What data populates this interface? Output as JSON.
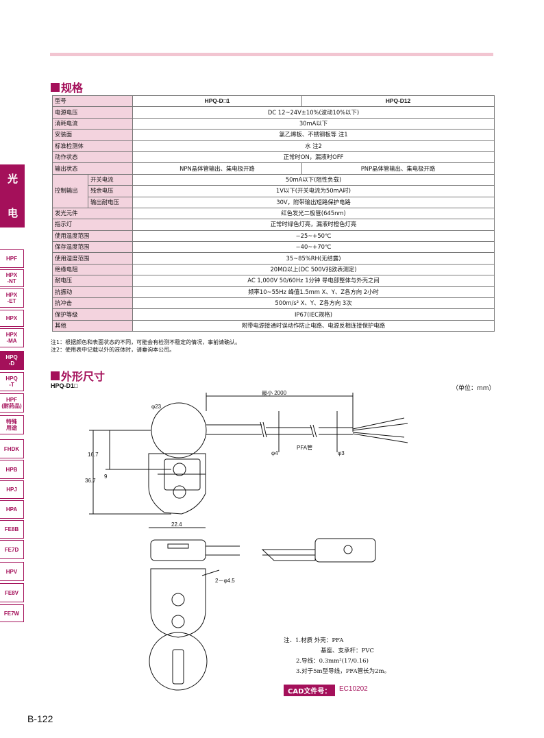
{
  "sections": {
    "spec_title": "规格",
    "dim_title": "外形尺寸"
  },
  "spec_table": {
    "head": [
      "型号",
      "HPQ-D□1",
      "HPQ-D12"
    ],
    "rows": [
      {
        "label": "电源电压",
        "value": "DC  12~24V±10%(波动10%以下)"
      },
      {
        "label": "消耗电流",
        "value": "30mA以下"
      },
      {
        "label": "安装面",
        "value": "氯乙烯板、不锈钢板等   注1"
      },
      {
        "label": "标准检测体",
        "value": "水   注2"
      },
      {
        "label": "动作状态",
        "value": "正常时ON，漏液时OFF"
      },
      {
        "label": "输出状态",
        "value1": "NPN晶体管输出、集电极开路",
        "value2": "PNP晶体管输出、集电极开路"
      },
      {
        "label": "控制输出",
        "sub": [
          {
            "label": "开关电流",
            "value": "50mA以下(阻性负载)"
          },
          {
            "label": "残余电压",
            "value": "1V以下(开关电流为50mA时)"
          },
          {
            "label": "输出耐电压",
            "value": "30V，附带输出短路保护电路"
          }
        ]
      },
      {
        "label": "发光元件",
        "value": "红色发光二极管(645nm)"
      },
      {
        "label": "指示灯",
        "value": "正常时绿色灯亮，漏液时橙色灯亮"
      },
      {
        "label": "使用温度范围",
        "value": "−25~+50℃"
      },
      {
        "label": "保存温度范围",
        "value": "−40~+70℃"
      },
      {
        "label": "使用湿度范围",
        "value": "35~85%RH(无结露)"
      },
      {
        "label": "绝缘电阻",
        "value": "20MΩ以上(DC  500V兆欧表测定)"
      },
      {
        "label": "耐电压",
        "value": "AC  1,000V  50/60Hz  1分钟   导电部整体与外壳之间"
      },
      {
        "label": "抗振动",
        "value": "频率10~55Hz  峰值1.5mm  X、Y、Z各方向  2小时"
      },
      {
        "label": "抗冲击",
        "value": "500m/s²  X、Y、Z各方向  3次"
      },
      {
        "label": "保护等级",
        "value": "IP67(IEC规格)"
      },
      {
        "label": "其他",
        "value": "附带电源接通时误动作防止电路、电源反相连接保护电路"
      }
    ]
  },
  "notes": [
    "注1：根据颜色和表面状态的不同，可能会有检测不稳定的情况，事前请确认。",
    "注2：使用表中记载以外的液体时，请垂询本公司。"
  ],
  "model_label": "HPQ-D1□",
  "unit_label": "（单位：mm）",
  "drawing": {
    "dims": {
      "length": "最小 2000",
      "dia23": "φ23",
      "dia4": "φ4",
      "dia3": "φ3",
      "pfa": "PFA管",
      "h16_7": "16.7",
      "h9": "9",
      "h36_7": "36.7",
      "w22_4": "22.4",
      "holes": "2－φ4.5"
    },
    "notes": [
      "注．1.材质  外壳：PFA",
      "基座、支承杆：PVC",
      "2.导线：0.3mm²(17/0.16)",
      "3.对于5m型导线，PFA管长为2m。"
    ],
    "cad_label": "CAD文件号：",
    "cad_value": "EC10202"
  },
  "side_index": {
    "big": [
      "光",
      "电"
    ],
    "tabs": [
      "HPF",
      "HPX\n-NT",
      "HPX\n-ET",
      "HPX",
      "HPX\n-MA",
      "HPQ\n-D",
      "HPQ\n-T",
      "HPF\n(耐药品)",
      "特殊\n用途",
      "FHDK",
      "HPB",
      "HPJ",
      "HPA",
      "FE8B",
      "FE7D",
      "HPV",
      "FE8V",
      "FE7W"
    ],
    "active": 5
  },
  "page_number": "B-122",
  "colors": {
    "accent": "#a4105a",
    "label_bg": "#f3d3de",
    "rule": "#f2c5d1"
  }
}
